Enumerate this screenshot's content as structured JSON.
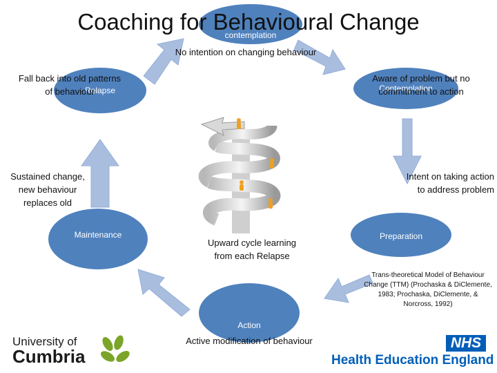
{
  "title": "Coaching for Behavioural Change",
  "stages": {
    "precontemplation": {
      "label": "contemplation",
      "description": "No intention on changing behaviour"
    },
    "contemplation": {
      "label": "Contemplation",
      "description": "Aware of problem but no commitment to action"
    },
    "preparation": {
      "label": "Preparation",
      "description": "Intent on taking action to address problem"
    },
    "action": {
      "label": "Action",
      "description": "Active modification of behaviour"
    },
    "maintenance": {
      "label": "Maintenance",
      "description": "Sustained change, new behaviour replaces old"
    },
    "relapse": {
      "label": "Relapse",
      "description": "Fall back into old patterns of behaviour"
    }
  },
  "center_caption": "Upward cycle learning from each Relapse",
  "citation": "Trans-theoretical Model of Behaviour Change (TTM) (Prochaska & DiClemente, 1983; Prochaska, DiClemente, & Norcross, 1992)",
  "logos": {
    "university_line1": "University of",
    "university_line2": "Cumbria",
    "nhs": "NHS",
    "hee": "Health Education England"
  },
  "colors": {
    "stage_fill": "#4f81bd",
    "arrow_fill": "#a9bedf",
    "nhs_blue": "#005eb8",
    "leaf_green": "#7ba428"
  }
}
